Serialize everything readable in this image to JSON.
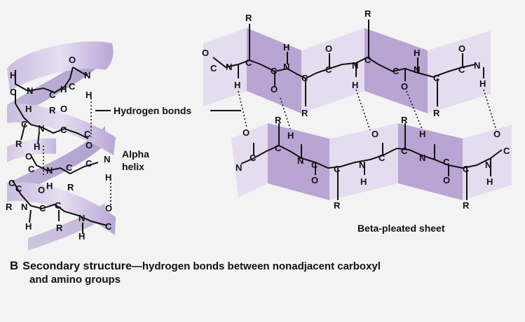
{
  "labels": {
    "hydrogen_bonds": "Hydrogen bonds",
    "alpha_line1": "Alpha",
    "alpha_line2": "helix",
    "beta_sheet": "Beta-pleated sheet"
  },
  "caption": {
    "letter": "B",
    "title": "Secondary structure",
    "text_line1": "—hydrogen bonds between nonadjacent carboxyl",
    "text_line2": "and amino groups"
  },
  "atoms": {
    "N": "N",
    "C": "C",
    "O": "O",
    "H": "H",
    "R": "R"
  },
  "colors": {
    "ribbon_light": "#e2d9ef",
    "ribbon_mid": "#c9b9df",
    "ribbon_dark": "#a995c9",
    "background": "#f3f3f3"
  }
}
